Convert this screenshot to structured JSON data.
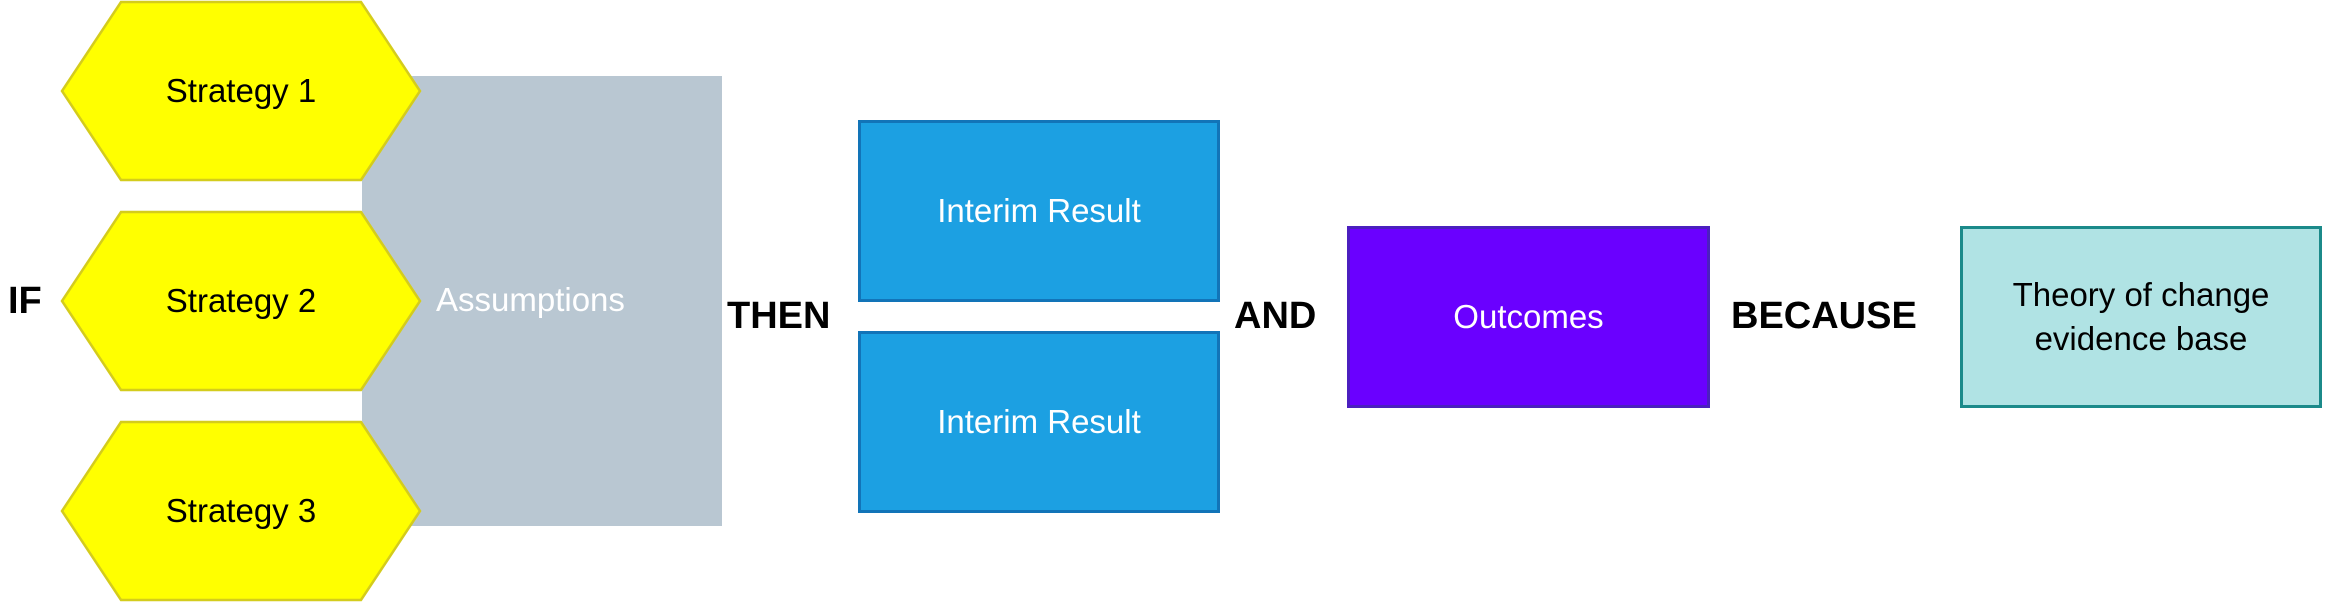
{
  "keywords": {
    "if": "IF",
    "then": "THEN",
    "and": "AND",
    "because": "BECAUSE"
  },
  "strategies": [
    {
      "label": "Strategy 1"
    },
    {
      "label": "Strategy 2"
    },
    {
      "label": "Strategy 3"
    }
  ],
  "assumptions": {
    "label": "Assumptions"
  },
  "interim_results": [
    {
      "label": "Interim Result"
    },
    {
      "label": "Interim Result"
    }
  ],
  "outcomes": {
    "label": "Outcomes"
  },
  "evidence": {
    "label": "Theory of change evidence base"
  },
  "colors": {
    "strategy_fill": "#ffff00",
    "strategy_stroke": "#d4cc1c",
    "assumptions_fill": "#b9c7d2",
    "interim_fill": "#1ca0e2",
    "outcomes_fill": "#6a00ff",
    "evidence_fill": "#b0e3e4"
  }
}
